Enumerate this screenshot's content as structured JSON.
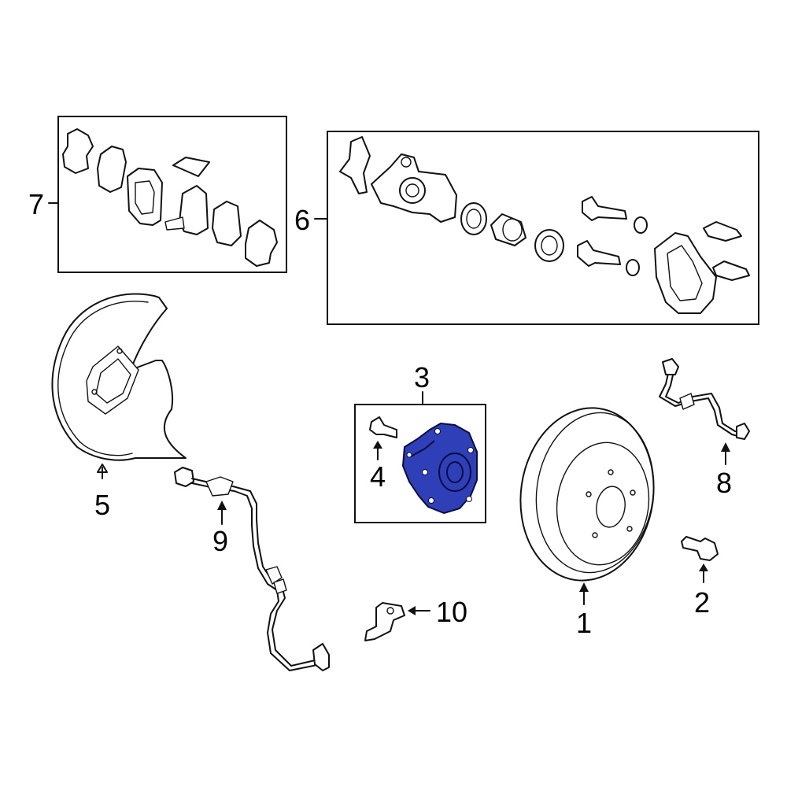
{
  "colors": {
    "line": "#111111",
    "background": "#ffffff",
    "highlight": "#2e3fb8",
    "highlight_outline": "#0a0d40"
  },
  "callouts": {
    "c1": "1",
    "c2": "2",
    "c3": "3",
    "c4": "4",
    "c5": "5",
    "c6": "6",
    "c7": "7",
    "c8": "8",
    "c9": "9",
    "c10": "10"
  },
  "highlighted_part": "3"
}
